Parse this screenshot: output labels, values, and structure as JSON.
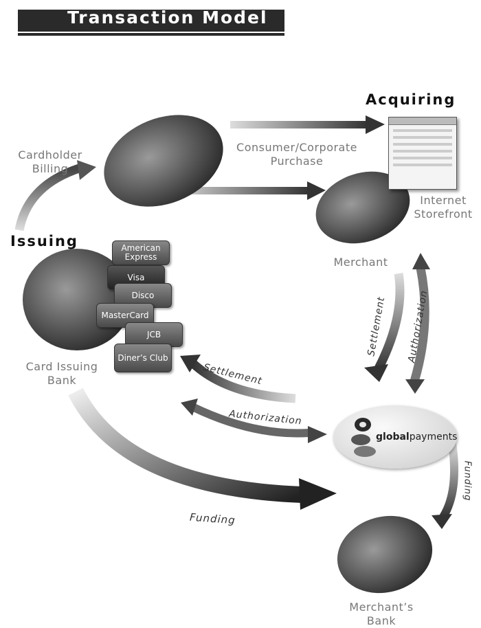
{
  "title": "Transaction Model",
  "headings": {
    "acquiring": "Acquiring",
    "issuing": "Issuing"
  },
  "labels": {
    "cardholder_billing": "Cardholder\nBilling",
    "consumer_purchase": "Consumer/Corporate\nPurchase",
    "internet_storefront": "Internet\nStorefront",
    "merchant": "Merchant",
    "card_issuing_bank": "Card Issuing\nBank",
    "merchants_bank": "Merchant’s\nBank",
    "settlement_h": "Settlement",
    "authorization_h": "Authorization",
    "settlement_v": "Settlement",
    "authorization_v": "Authorization",
    "funding_main": "Funding",
    "funding_side": "Funding"
  },
  "cards": [
    "American Express",
    "Visa",
    "Disco",
    "MasterCard",
    "JCB",
    "Diner’s Club"
  ],
  "processor": {
    "bold": "global",
    "rest": "payments"
  }
}
